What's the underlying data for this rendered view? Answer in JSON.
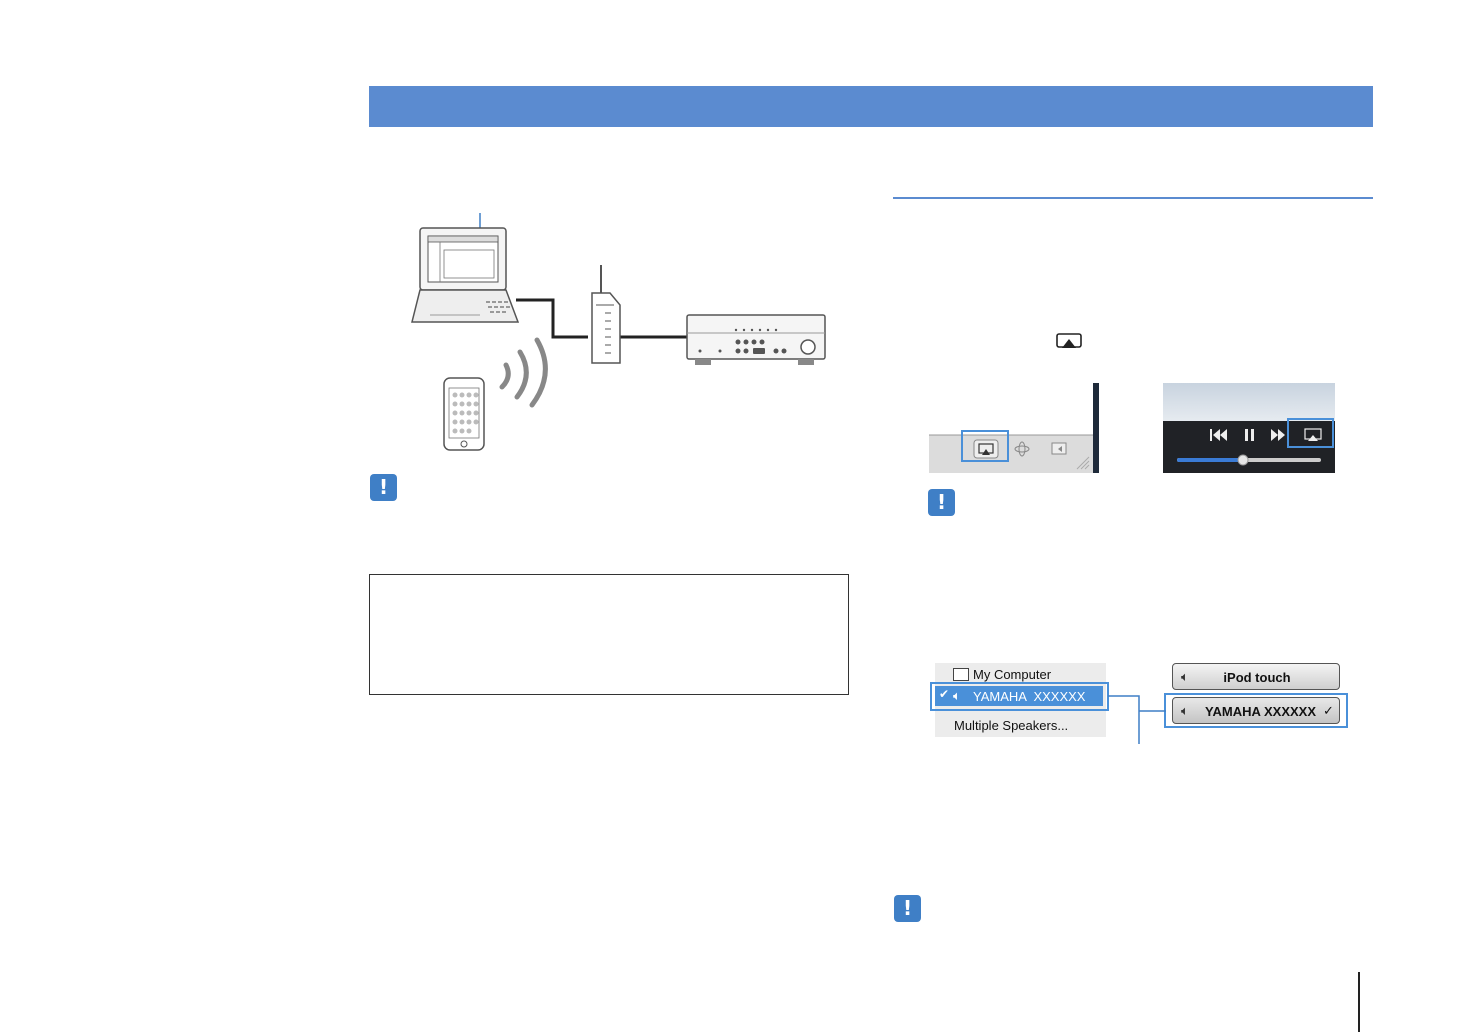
{
  "colors": {
    "accent": "#5b8bd0",
    "alert": "#3f7fc6",
    "highlight": "#4a90d9"
  },
  "icons": {
    "alert": "exclamation-icon",
    "airplay": "airplay-icon"
  },
  "itunes_menu": {
    "items": [
      {
        "label": "My Computer",
        "checked": false
      },
      {
        "label": "YAMAHA  XXXXXX",
        "checked": true
      },
      {
        "label": "Multiple Speakers...",
        "checked": false
      }
    ]
  },
  "ios_menu": {
    "items": [
      {
        "label": "iPod touch",
        "checked": false
      },
      {
        "label": "YAMAHA XXXXXX",
        "checked": true
      }
    ]
  },
  "alerts": [
    "!",
    "!",
    "!"
  ]
}
